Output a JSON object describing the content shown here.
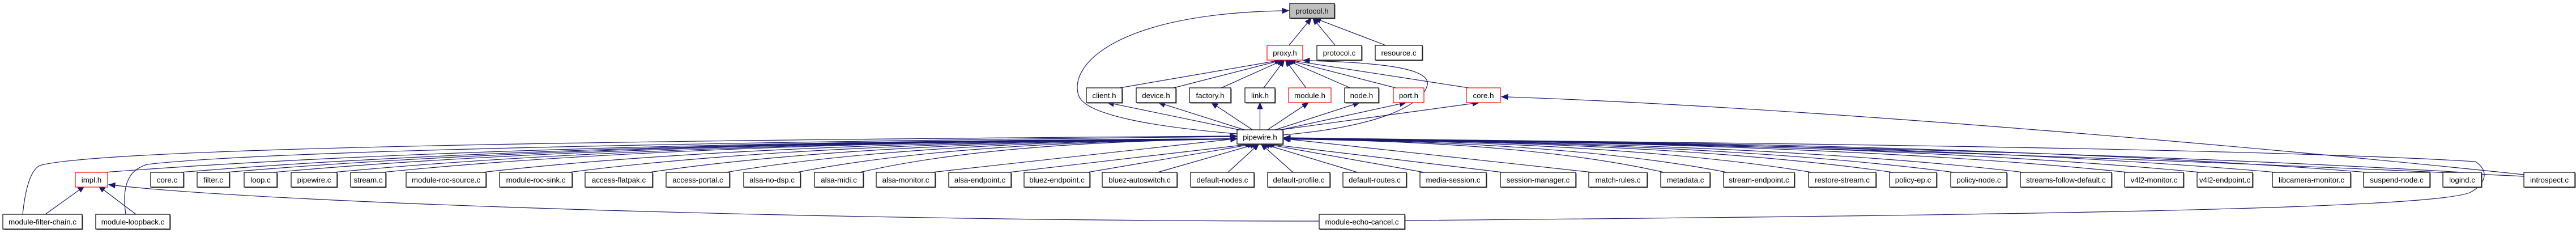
{
  "diagram": {
    "title": "protocol.h",
    "type": "include-dependency-graph",
    "colors": {
      "edge": "#191970",
      "focus_fill": "#bfbfbf",
      "node_fill": "#ffffff",
      "node_border": "#000000",
      "truncated_border": "#ff0000"
    },
    "nodes": [
      {
        "id": "protocol_h",
        "label": "protocol.h",
        "style": "focus"
      },
      {
        "id": "proxy_h",
        "label": "proxy.h",
        "style": "truncated"
      },
      {
        "id": "protocol_c",
        "label": "protocol.c",
        "style": "normal"
      },
      {
        "id": "resource_c",
        "label": "resource.c",
        "style": "normal"
      },
      {
        "id": "client_h",
        "label": "client.h",
        "style": "normal"
      },
      {
        "id": "device_h",
        "label": "device.h",
        "style": "normal"
      },
      {
        "id": "factory_h",
        "label": "factory.h",
        "style": "normal"
      },
      {
        "id": "link_h",
        "label": "link.h",
        "style": "normal"
      },
      {
        "id": "module_h",
        "label": "module.h",
        "style": "truncated"
      },
      {
        "id": "node_h",
        "label": "node.h",
        "style": "normal"
      },
      {
        "id": "port_h",
        "label": "port.h",
        "style": "truncated"
      },
      {
        "id": "core_h",
        "label": "core.h",
        "style": "truncated"
      },
      {
        "id": "pipewire_h",
        "label": "pipewire.h",
        "style": "normal"
      },
      {
        "id": "impl_h",
        "label": "impl.h",
        "style": "truncated"
      },
      {
        "id": "core_c",
        "label": "core.c",
        "style": "normal"
      },
      {
        "id": "filter_c",
        "label": "filter.c",
        "style": "normal"
      },
      {
        "id": "loop_c",
        "label": "loop.c",
        "style": "normal"
      },
      {
        "id": "pipewire_c",
        "label": "pipewire.c",
        "style": "normal"
      },
      {
        "id": "stream_c",
        "label": "stream.c",
        "style": "normal"
      },
      {
        "id": "module_roc_source_c",
        "label": "module-roc-source.c",
        "style": "normal"
      },
      {
        "id": "module_roc_sink_c",
        "label": "module-roc-sink.c",
        "style": "normal"
      },
      {
        "id": "access_flatpak_c",
        "label": "access-flatpak.c",
        "style": "normal"
      },
      {
        "id": "access_portal_c",
        "label": "access-portal.c",
        "style": "normal"
      },
      {
        "id": "alsa_no_dsp_c",
        "label": "alsa-no-dsp.c",
        "style": "normal"
      },
      {
        "id": "alsa_midi_c",
        "label": "alsa-midi.c",
        "style": "normal"
      },
      {
        "id": "alsa_monitor_c",
        "label": "alsa-monitor.c",
        "style": "normal"
      },
      {
        "id": "alsa_endpoint_c",
        "label": "alsa-endpoint.c",
        "style": "normal"
      },
      {
        "id": "bluez_endpoint_c",
        "label": "bluez-endpoint.c",
        "style": "normal"
      },
      {
        "id": "bluez_autoswitch_c",
        "label": "bluez-autoswitch.c",
        "style": "normal"
      },
      {
        "id": "default_nodes_c",
        "label": "default-nodes.c",
        "style": "normal"
      },
      {
        "id": "default_profile_c",
        "label": "default-profile.c",
        "style": "normal"
      },
      {
        "id": "default_routes_c",
        "label": "default-routes.c",
        "style": "normal"
      },
      {
        "id": "media_session_c",
        "label": "media-session.c",
        "style": "normal"
      },
      {
        "id": "session_manager_c",
        "label": "session-manager.c",
        "style": "normal"
      },
      {
        "id": "match_rules_c",
        "label": "match-rules.c",
        "style": "normal"
      },
      {
        "id": "metadata_c",
        "label": "metadata.c",
        "style": "normal"
      },
      {
        "id": "stream_endpoint_c",
        "label": "stream-endpoint.c",
        "style": "normal"
      },
      {
        "id": "restore_stream_c",
        "label": "restore-stream.c",
        "style": "normal"
      },
      {
        "id": "policy_ep_c",
        "label": "policy-ep.c",
        "style": "normal"
      },
      {
        "id": "policy_node_c",
        "label": "policy-node.c",
        "style": "normal"
      },
      {
        "id": "streams_follow_default_c",
        "label": "streams-follow-default.c",
        "style": "normal"
      },
      {
        "id": "v4l2_monitor_c",
        "label": "v4l2-monitor.c",
        "style": "normal"
      },
      {
        "id": "v4l2_endpoint_c",
        "label": "v4l2-endpoint.c",
        "style": "normal"
      },
      {
        "id": "libcamera_monitor_c",
        "label": "libcamera-monitor.c",
        "style": "normal"
      },
      {
        "id": "suspend_node_c",
        "label": "suspend-node.c",
        "style": "normal"
      },
      {
        "id": "logind_c",
        "label": "logind.c",
        "style": "normal"
      },
      {
        "id": "introspect_c",
        "label": "introspect.c",
        "style": "normal"
      },
      {
        "id": "module_filter_chain_c",
        "label": "module-filter-chain.c",
        "style": "normal"
      },
      {
        "id": "module_loopback_c",
        "label": "module-loopback.c",
        "style": "normal"
      },
      {
        "id": "module_echo_cancel_c",
        "label": "module-echo-cancel.c",
        "style": "normal"
      }
    ],
    "edges": [
      {
        "from": "proxy_h",
        "to": "protocol_h"
      },
      {
        "from": "protocol_c",
        "to": "protocol_h"
      },
      {
        "from": "resource_c",
        "to": "protocol_h"
      },
      {
        "from": "pipewire_h",
        "to": "protocol_h"
      },
      {
        "from": "client_h",
        "to": "proxy_h"
      },
      {
        "from": "device_h",
        "to": "proxy_h"
      },
      {
        "from": "factory_h",
        "to": "proxy_h"
      },
      {
        "from": "link_h",
        "to": "proxy_h"
      },
      {
        "from": "module_h",
        "to": "proxy_h"
      },
      {
        "from": "node_h",
        "to": "proxy_h"
      },
      {
        "from": "port_h",
        "to": "proxy_h"
      },
      {
        "from": "core_h",
        "to": "proxy_h"
      },
      {
        "from": "pipewire_h",
        "to": "proxy_h"
      },
      {
        "from": "pipewire_h",
        "to": "client_h"
      },
      {
        "from": "pipewire_h",
        "to": "device_h"
      },
      {
        "from": "pipewire_h",
        "to": "factory_h"
      },
      {
        "from": "pipewire_h",
        "to": "link_h"
      },
      {
        "from": "pipewire_h",
        "to": "module_h"
      },
      {
        "from": "pipewire_h",
        "to": "node_h"
      },
      {
        "from": "pipewire_h",
        "to": "port_h"
      },
      {
        "from": "pipewire_h",
        "to": "core_h"
      },
      {
        "from": "introspect_c",
        "to": "core_h"
      },
      {
        "from": "impl_h",
        "to": "pipewire_h"
      },
      {
        "from": "core_c",
        "to": "pipewire_h"
      },
      {
        "from": "filter_c",
        "to": "pipewire_h"
      },
      {
        "from": "loop_c",
        "to": "pipewire_h"
      },
      {
        "from": "pipewire_c",
        "to": "pipewire_h"
      },
      {
        "from": "stream_c",
        "to": "pipewire_h"
      },
      {
        "from": "module_roc_source_c",
        "to": "pipewire_h"
      },
      {
        "from": "module_roc_sink_c",
        "to": "pipewire_h"
      },
      {
        "from": "access_flatpak_c",
        "to": "pipewire_h"
      },
      {
        "from": "access_portal_c",
        "to": "pipewire_h"
      },
      {
        "from": "alsa_no_dsp_c",
        "to": "pipewire_h"
      },
      {
        "from": "alsa_midi_c",
        "to": "pipewire_h"
      },
      {
        "from": "alsa_monitor_c",
        "to": "pipewire_h"
      },
      {
        "from": "alsa_endpoint_c",
        "to": "pipewire_h"
      },
      {
        "from": "bluez_endpoint_c",
        "to": "pipewire_h"
      },
      {
        "from": "bluez_autoswitch_c",
        "to": "pipewire_h"
      },
      {
        "from": "default_nodes_c",
        "to": "pipewire_h"
      },
      {
        "from": "default_profile_c",
        "to": "pipewire_h"
      },
      {
        "from": "default_routes_c",
        "to": "pipewire_h"
      },
      {
        "from": "media_session_c",
        "to": "pipewire_h"
      },
      {
        "from": "session_manager_c",
        "to": "pipewire_h"
      },
      {
        "from": "match_rules_c",
        "to": "pipewire_h"
      },
      {
        "from": "metadata_c",
        "to": "pipewire_h"
      },
      {
        "from": "stream_endpoint_c",
        "to": "pipewire_h"
      },
      {
        "from": "restore_stream_c",
        "to": "pipewire_h"
      },
      {
        "from": "policy_ep_c",
        "to": "pipewire_h"
      },
      {
        "from": "policy_node_c",
        "to": "pipewire_h"
      },
      {
        "from": "streams_follow_default_c",
        "to": "pipewire_h"
      },
      {
        "from": "v4l2_monitor_c",
        "to": "pipewire_h"
      },
      {
        "from": "v4l2_endpoint_c",
        "to": "pipewire_h"
      },
      {
        "from": "libcamera_monitor_c",
        "to": "pipewire_h"
      },
      {
        "from": "suspend_node_c",
        "to": "pipewire_h"
      },
      {
        "from": "logind_c",
        "to": "pipewire_h"
      },
      {
        "from": "introspect_c",
        "to": "pipewire_h"
      },
      {
        "from": "module_filter_chain_c",
        "to": "pipewire_h"
      },
      {
        "from": "module_loopback_c",
        "to": "pipewire_h"
      },
      {
        "from": "module_echo_cancel_c",
        "to": "pipewire_h"
      },
      {
        "from": "module_filter_chain_c",
        "to": "impl_h"
      },
      {
        "from": "module_loopback_c",
        "to": "impl_h"
      },
      {
        "from": "module_echo_cancel_c",
        "to": "impl_h"
      }
    ]
  }
}
